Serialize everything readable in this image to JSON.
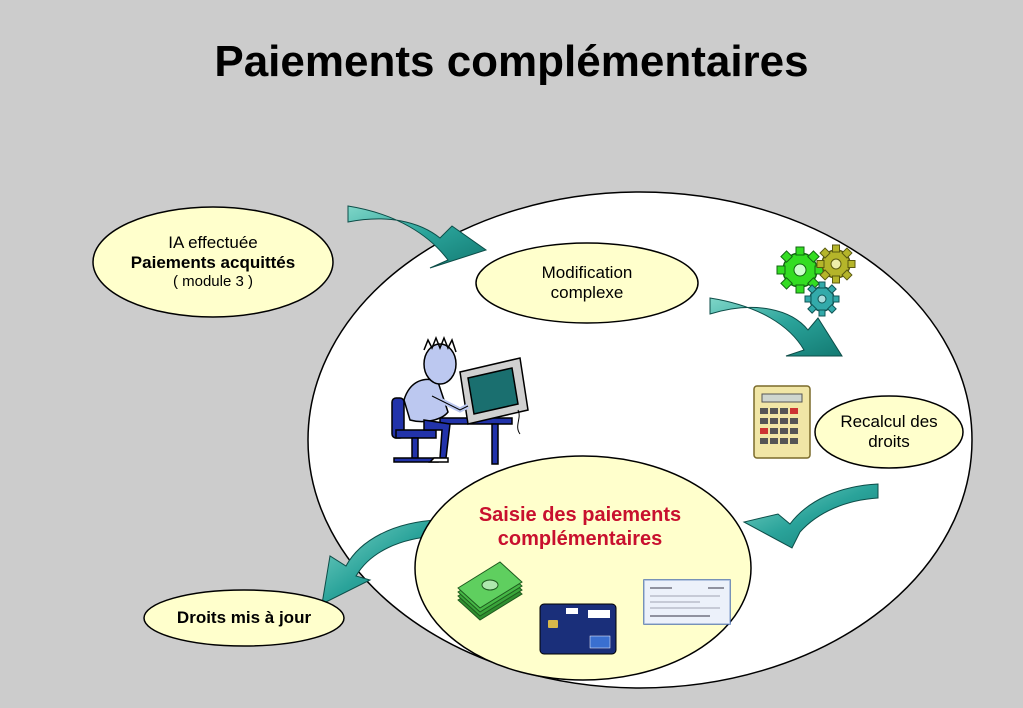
{
  "title": "Paiements complémentaires",
  "nodes": {
    "ia": {
      "line1": "IA effectuée",
      "line2": "Paiements acquittés",
      "line3": "( module 3 )"
    },
    "modification": {
      "line1": "Modification",
      "line2": "complexe"
    },
    "recalcul": {
      "line1": "Recalcul des",
      "line2": "droits"
    },
    "saisie": {
      "line1": "Saisie des paiements",
      "line2": "complémentaires"
    },
    "droits": {
      "label": "Droits mis à jour"
    }
  },
  "icons": [
    "gears-icon",
    "person-at-computer-icon",
    "calculator-icon",
    "banknotes-icon",
    "bank-card-icon",
    "cheque-icon"
  ],
  "colors": {
    "background": "#cccccc",
    "ellipse_fill": "#ffffcc",
    "arrow": "#2aa39a",
    "saisie_text": "#c8102e"
  }
}
